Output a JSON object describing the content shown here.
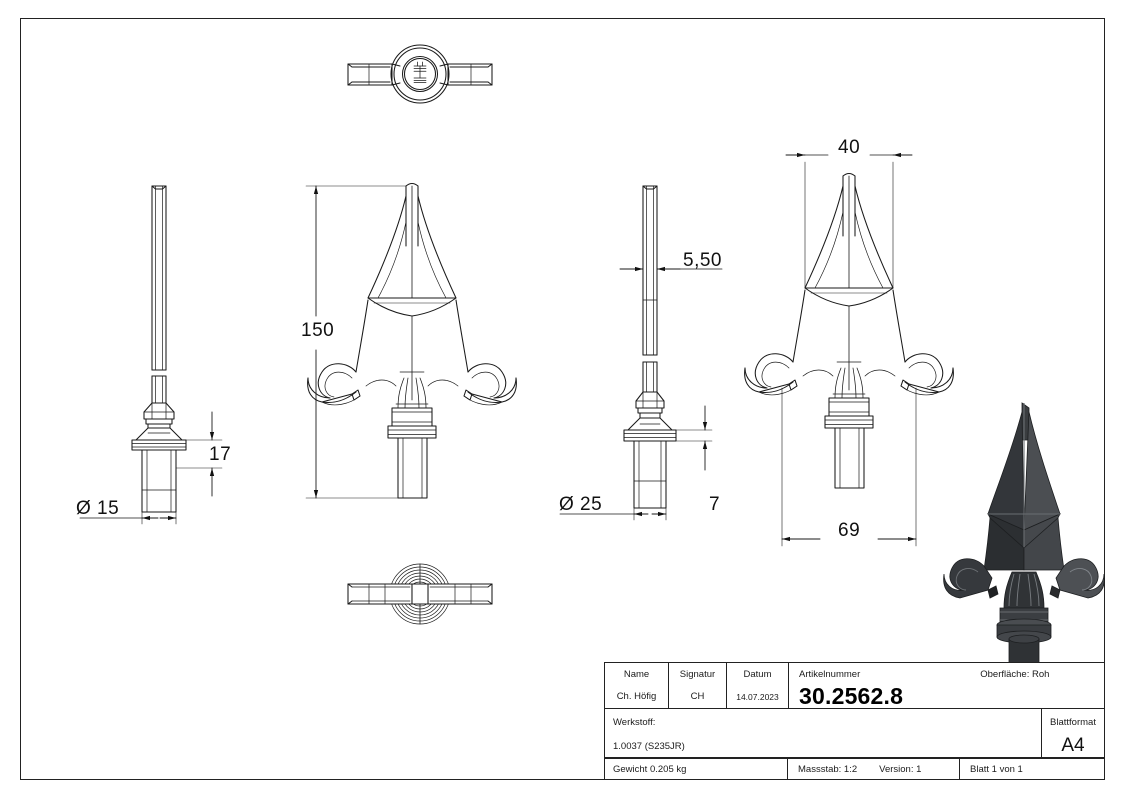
{
  "document": {
    "type": "technical-drawing",
    "sheet_format": "A4",
    "background": "#ffffff",
    "line_color": "#1a1a1a"
  },
  "dimensions": {
    "height_overall": "150",
    "diameter_small": "Ø 15",
    "diameter_large": "Ø 25",
    "collar_height": "17",
    "base_height": "7",
    "thickness": "5,50",
    "width_head": "40",
    "width_overall": "69"
  },
  "views": {
    "top_view": "top-view-plan",
    "side_view": "side-elevation-narrow",
    "front_view": "front-elevation-fleur-de-lis",
    "section_view": "side-elevation-section",
    "rear_view": "front-elevation-dimensioned",
    "bottom_view": "bottom-view-plan",
    "iso_view": "isometric-3d-render"
  },
  "titleblock": {
    "header_name": "Name",
    "header_signatur": "Signatur",
    "header_datum": "Datum",
    "value_name": "Ch. Höfig",
    "value_signatur": "CH",
    "value_datum": "14.07.2023",
    "artikelnummer_label": "Artikelnummer",
    "artikelnummer_value": "30.2562.8",
    "oberflaeche": "Oberfläche:  Roh",
    "werkstoff_label": "Werkstoff:",
    "werkstoff_value": "1.0037 (S235JR)",
    "blattformat_label": "Blattformat",
    "blattformat_value": "A4",
    "gewicht": "Gewicht 0.205 kg",
    "massstab": "Massstab: 1:2",
    "version": "Version: 1",
    "blatt": "Blatt 1 von 1"
  }
}
